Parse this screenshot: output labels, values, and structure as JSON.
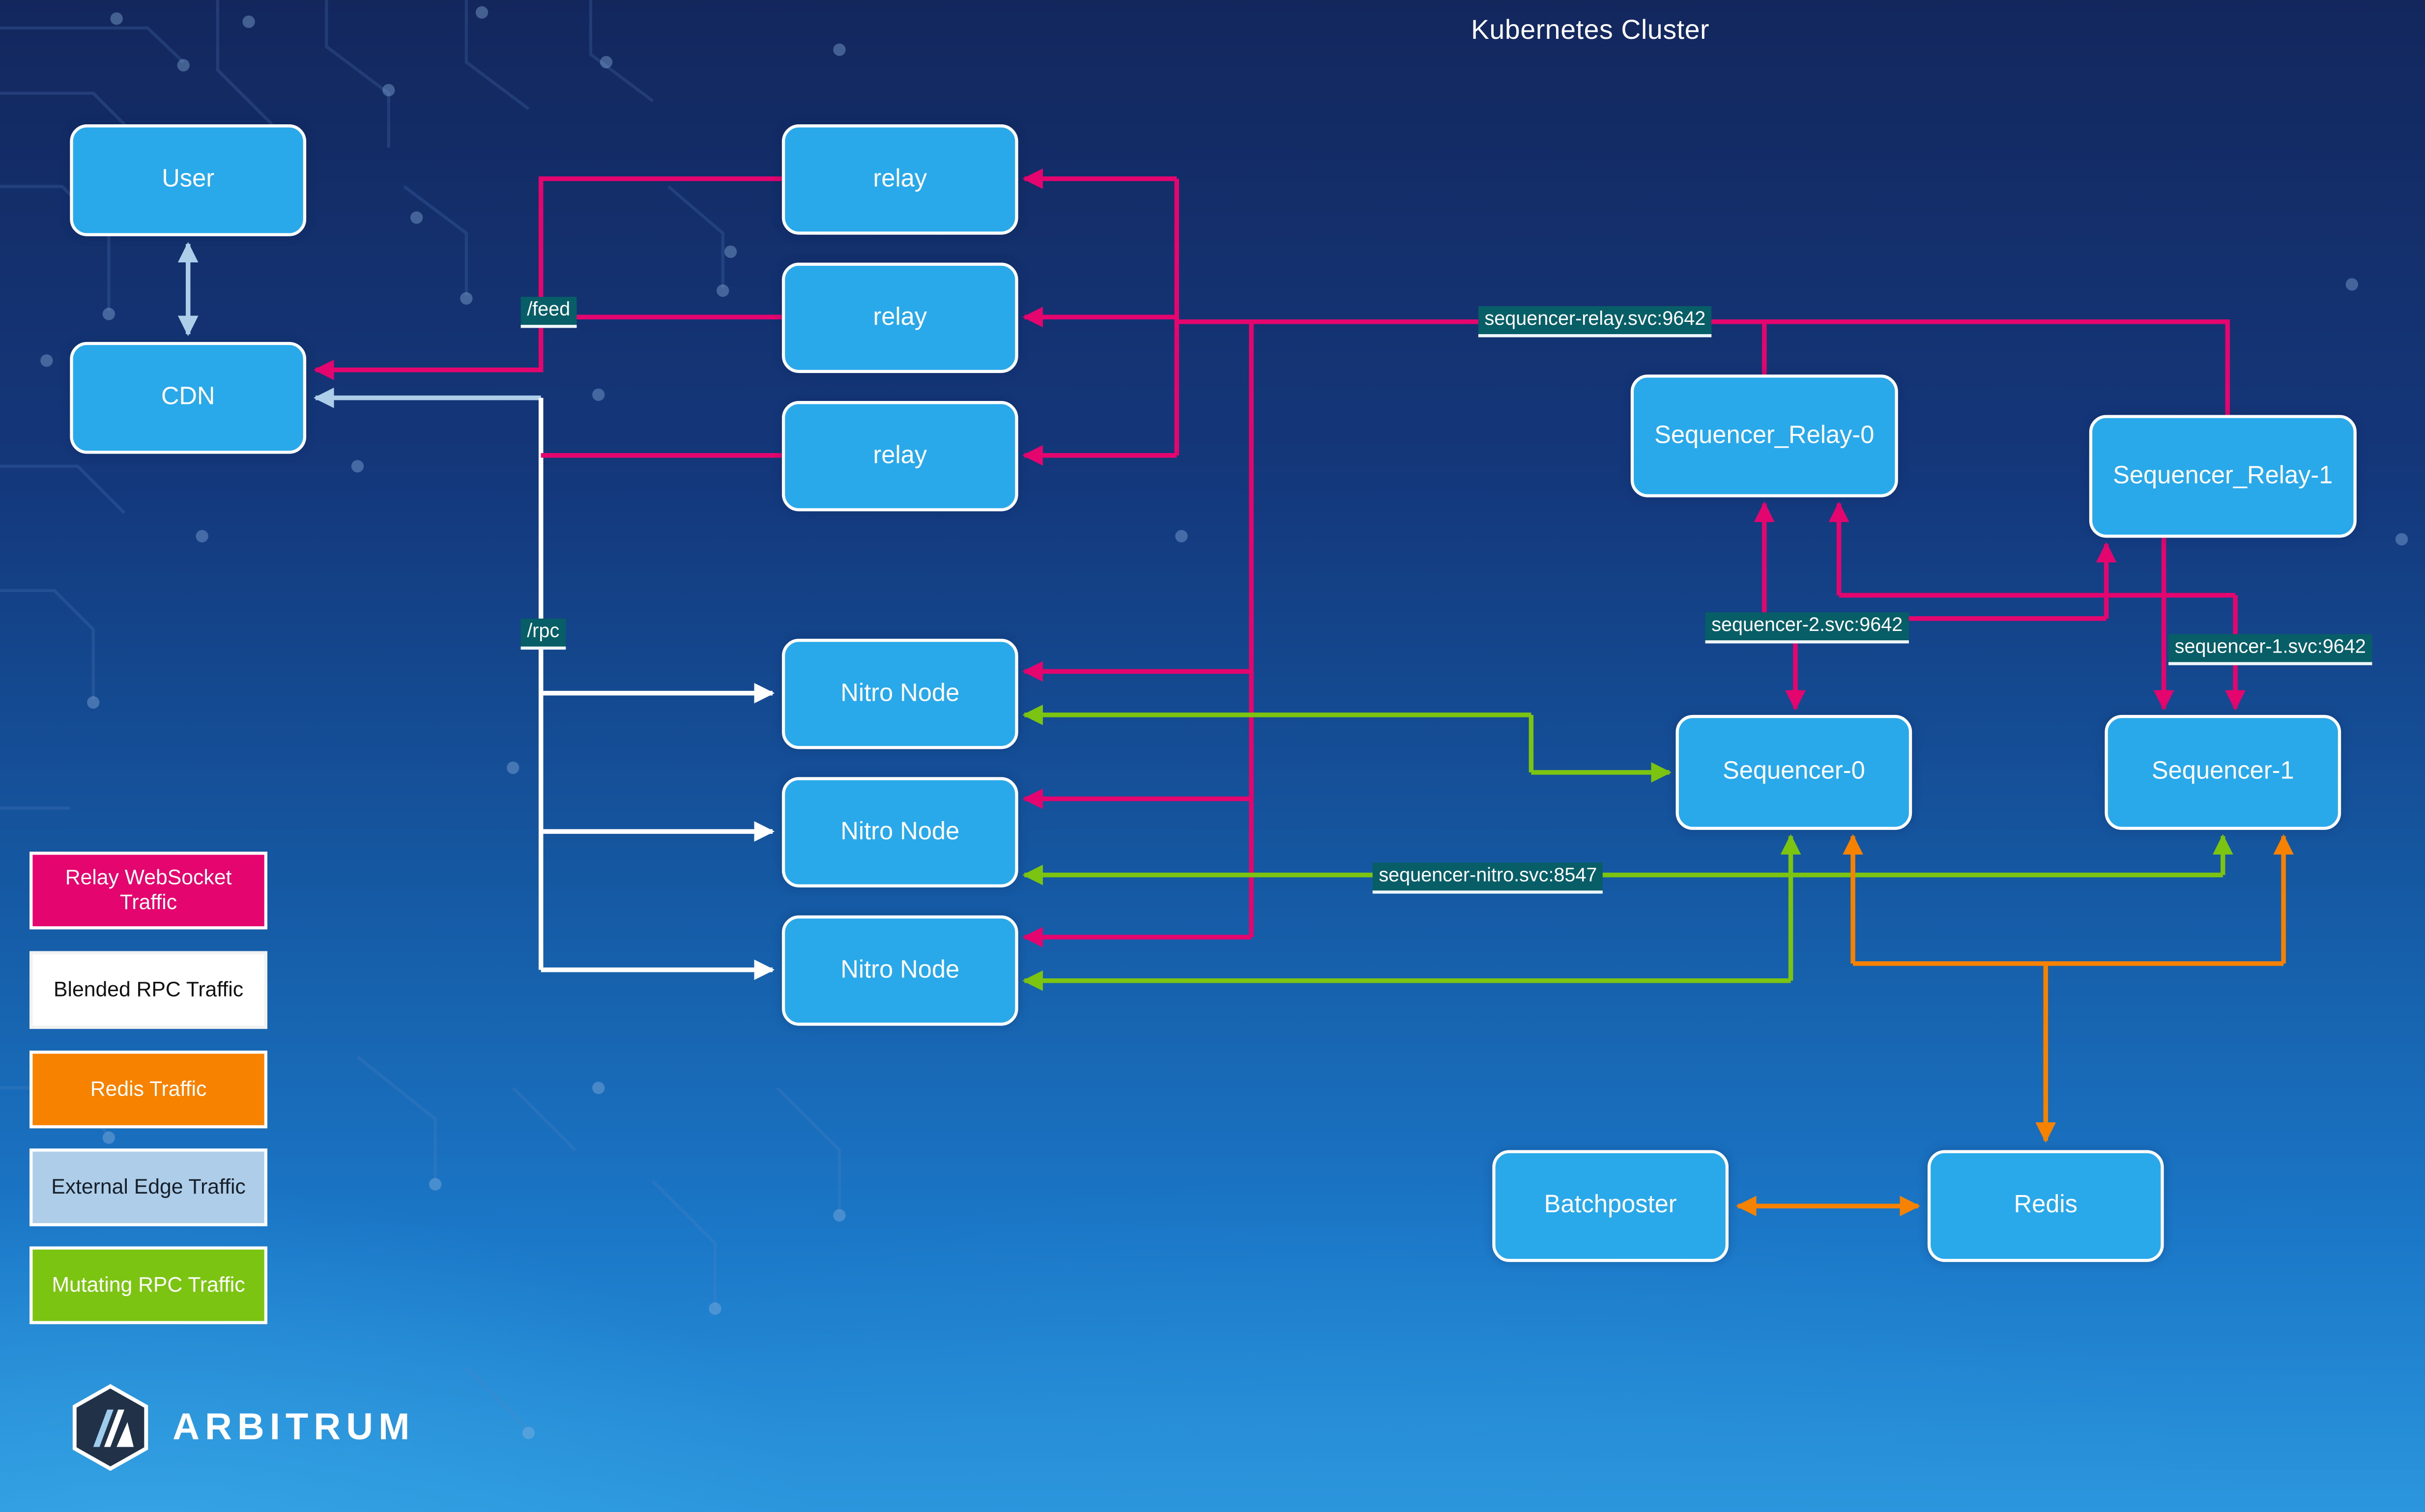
{
  "title": "Kubernetes Cluster",
  "colors": {
    "background_top": "#13275d",
    "background_bottom": "#2b96dd",
    "node_fill": "#2aa9ea",
    "node_border": "#ffffff",
    "relay_websocket_traffic": "#e5056e",
    "blended_rpc_traffic": "#ffffff",
    "redis_traffic": "#f78200",
    "external_edge_traffic": "#aecde8",
    "mutating_rpc_traffic": "#7cc412",
    "edge_label_background": "#085e67"
  },
  "nodes": {
    "user": {
      "label": "User"
    },
    "cdn": {
      "label": "CDN"
    },
    "relays": [
      {
        "label": "relay"
      },
      {
        "label": "relay"
      },
      {
        "label": "relay"
      }
    ],
    "nitro_nodes": [
      {
        "label": "Nitro Node"
      },
      {
        "label": "Nitro Node"
      },
      {
        "label": "Nitro Node"
      }
    ],
    "sequencer_relay_0": {
      "label": "Sequencer_Relay-0"
    },
    "sequencer_relay_1": {
      "label": "Sequencer_Relay-1"
    },
    "sequencer_0": {
      "label": "Sequencer-0"
    },
    "sequencer_1": {
      "label": "Sequencer-1"
    },
    "batchposter": {
      "label": "Batchposter"
    },
    "redis": {
      "label": "Redis"
    }
  },
  "edge_labels": {
    "feed": "/feed",
    "rpc": "/rpc",
    "sequencer_relay_svc": "sequencer-relay.svc:9642",
    "sequencer_2_svc": "sequencer-2.svc:9642",
    "sequencer_1_svc": "sequencer-1.svc:9642",
    "sequencer_nitro_svc": "sequencer-nitro.svc:8547"
  },
  "legend": [
    {
      "label": "Relay WebSocket Traffic",
      "color": "#e5056e"
    },
    {
      "label": "Blended RPC Traffic",
      "color": "#ffffff"
    },
    {
      "label": "Redis Traffic",
      "color": "#f78200"
    },
    {
      "label": "External Edge Traffic",
      "color": "#aecde8"
    },
    {
      "label": "Mutating RPC Traffic",
      "color": "#7cc412"
    }
  ],
  "logo": {
    "text": "ARBITRUM"
  }
}
